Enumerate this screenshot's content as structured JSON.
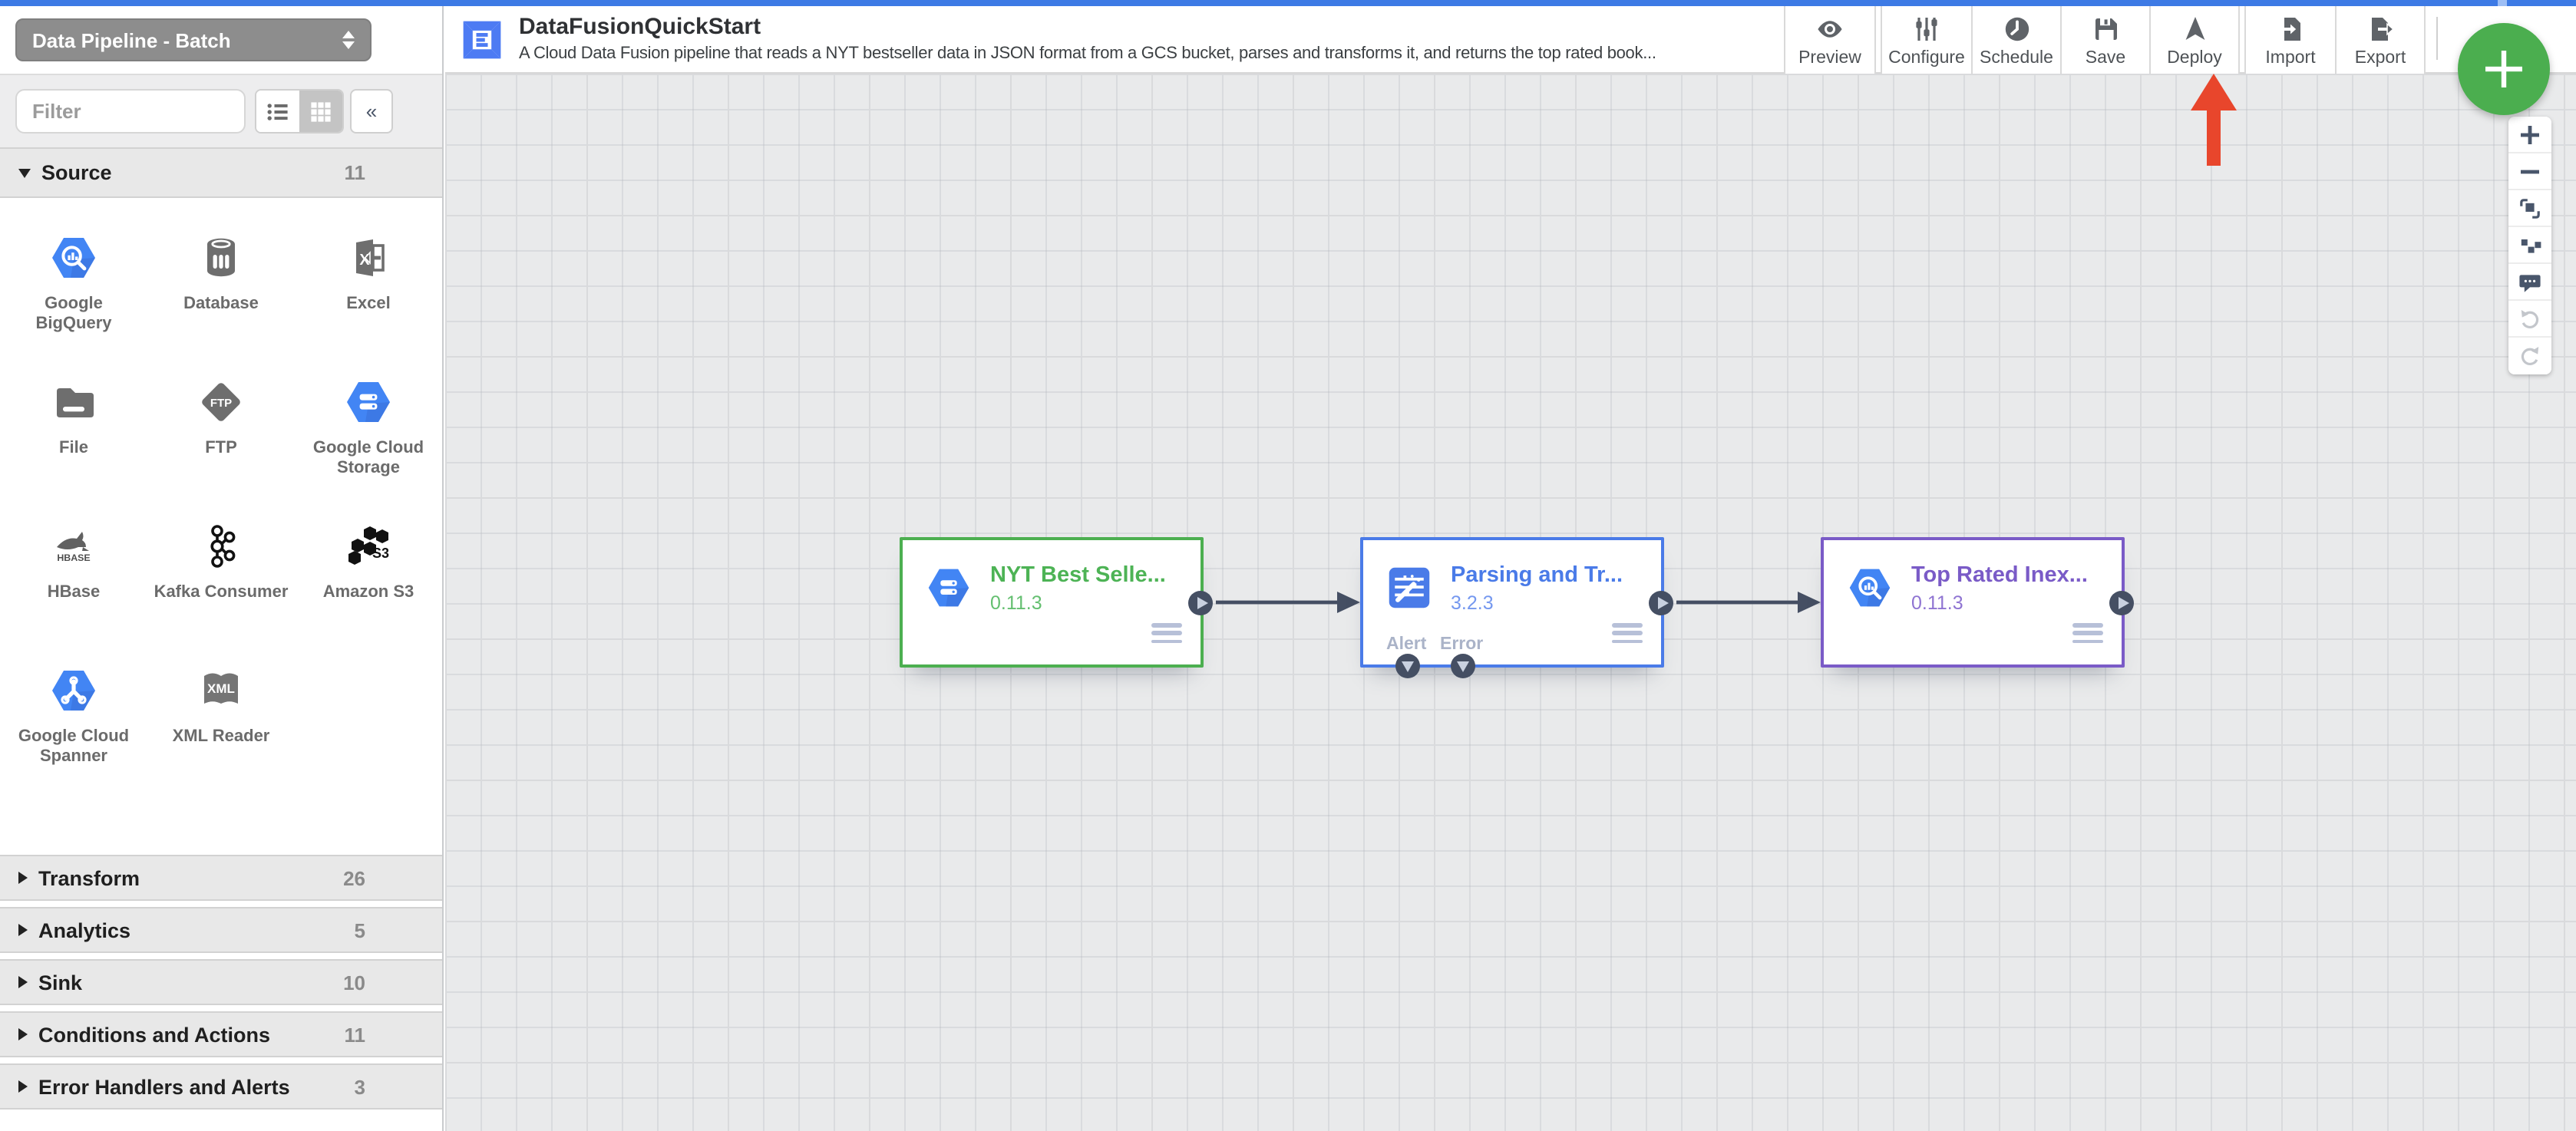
{
  "topbar": {
    "color": "#3d7ae5"
  },
  "pipeline_selector": {
    "label": "Data Pipeline - Batch"
  },
  "header": {
    "logo_icon": "data-fusion-logo-icon",
    "title": "DataFusionQuickStart",
    "description": "A Cloud Data Fusion pipeline that reads a NYT bestseller data in JSON format from a GCS bucket, parses and transforms it, and returns the top rated book...",
    "actions": [
      {
        "id": "preview",
        "label": "Preview",
        "icon": "eye-icon"
      },
      {
        "id": "configure",
        "label": "Configure",
        "icon": "sliders-icon"
      },
      {
        "id": "schedule",
        "label": "Schedule",
        "icon": "clock-icon"
      },
      {
        "id": "save",
        "label": "Save",
        "icon": "floppy-icon"
      },
      {
        "id": "deploy",
        "label": "Deploy",
        "icon": "send-icon"
      },
      {
        "id": "import",
        "label": "Import",
        "icon": "file-import-icon"
      },
      {
        "id": "export",
        "label": "Export",
        "icon": "file-export-icon"
      }
    ],
    "add_button_icon": "plus-icon",
    "add_button_color": "#4bae4f"
  },
  "sidebar": {
    "filter_placeholder": "Filter",
    "collapse_label": "«",
    "view_toggle": [
      {
        "icon": "list-view-icon"
      },
      {
        "icon": "grid-view-icon",
        "active": true
      }
    ],
    "source_section": {
      "name": "Source",
      "count": "11",
      "expanded": true
    },
    "plugins": [
      {
        "label": "Google BigQuery",
        "icon": "bigquery-icon"
      },
      {
        "label": "Database",
        "icon": "database-icon"
      },
      {
        "label": "Excel",
        "icon": "excel-icon"
      },
      {
        "label": "File",
        "icon": "folder-icon"
      },
      {
        "label": "FTP",
        "icon": "ftp-icon"
      },
      {
        "label": "Google Cloud Storage",
        "icon": "cloud-storage-icon"
      },
      {
        "label": "HBase",
        "icon": "hbase-icon"
      },
      {
        "label": "Kafka Consumer",
        "icon": "kafka-icon"
      },
      {
        "label": "Amazon S3",
        "icon": "s3-icon"
      },
      {
        "label": "Google Cloud Spanner",
        "icon": "cloud-spanner-icon"
      },
      {
        "label": "XML Reader",
        "icon": "xml-book-icon"
      }
    ],
    "sections": [
      {
        "name": "Transform",
        "count": "26"
      },
      {
        "name": "Analytics",
        "count": "5"
      },
      {
        "name": "Sink",
        "count": "10"
      },
      {
        "name": "Conditions and Actions",
        "count": "11"
      },
      {
        "name": "Error Handlers and Alerts",
        "count": "3"
      }
    ]
  },
  "canvas": {
    "nodes": [
      {
        "title": "NYT Best Selle...",
        "version": "0.11.3",
        "accent": "#4caf50",
        "icon": "cloud-storage-icon"
      },
      {
        "title": "Parsing and Tr...",
        "version": "3.2.3",
        "accent": "#4a7be8",
        "icon": "wrangler-icon",
        "ports": {
          "alert": "Alert",
          "error": "Error"
        }
      },
      {
        "title": "Top Rated Inex...",
        "version": "0.11.3",
        "accent": "#7a5bc7",
        "icon": "bigquery-icon"
      }
    ],
    "annotation": {
      "icon": "red-up-arrow-icon",
      "color": "#e8462c",
      "points_to": "Deploy"
    }
  },
  "zoom_controls": [
    {
      "icon": "zoom-in-icon"
    },
    {
      "icon": "zoom-out-icon"
    },
    {
      "icon": "fit-to-screen-icon"
    },
    {
      "icon": "auto-align-icon"
    },
    {
      "icon": "comment-icon"
    },
    {
      "icon": "undo-icon",
      "disabled": true
    },
    {
      "icon": "redo-icon",
      "disabled": true
    }
  ]
}
